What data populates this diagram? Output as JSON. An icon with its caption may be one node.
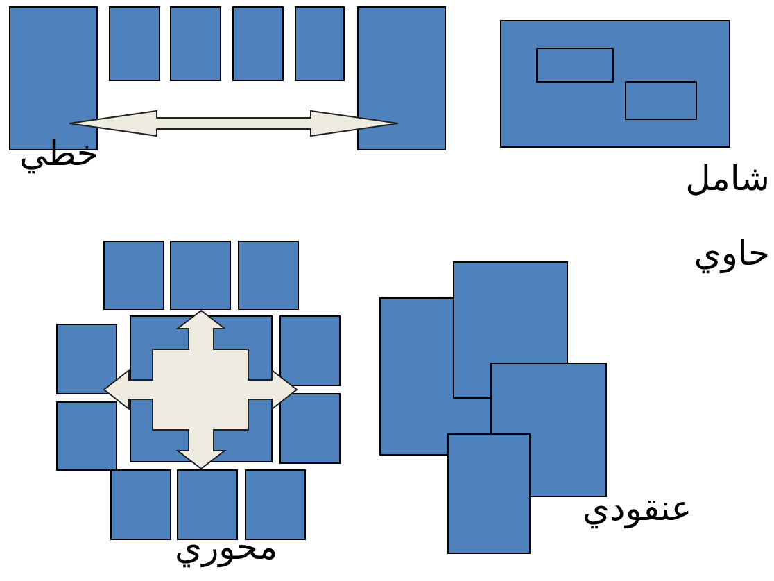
{
  "diagram": {
    "labels": [
      "خطي",
      "شامل",
      "حاوي",
      "عنقودي",
      "محوري"
    ]
  }
}
